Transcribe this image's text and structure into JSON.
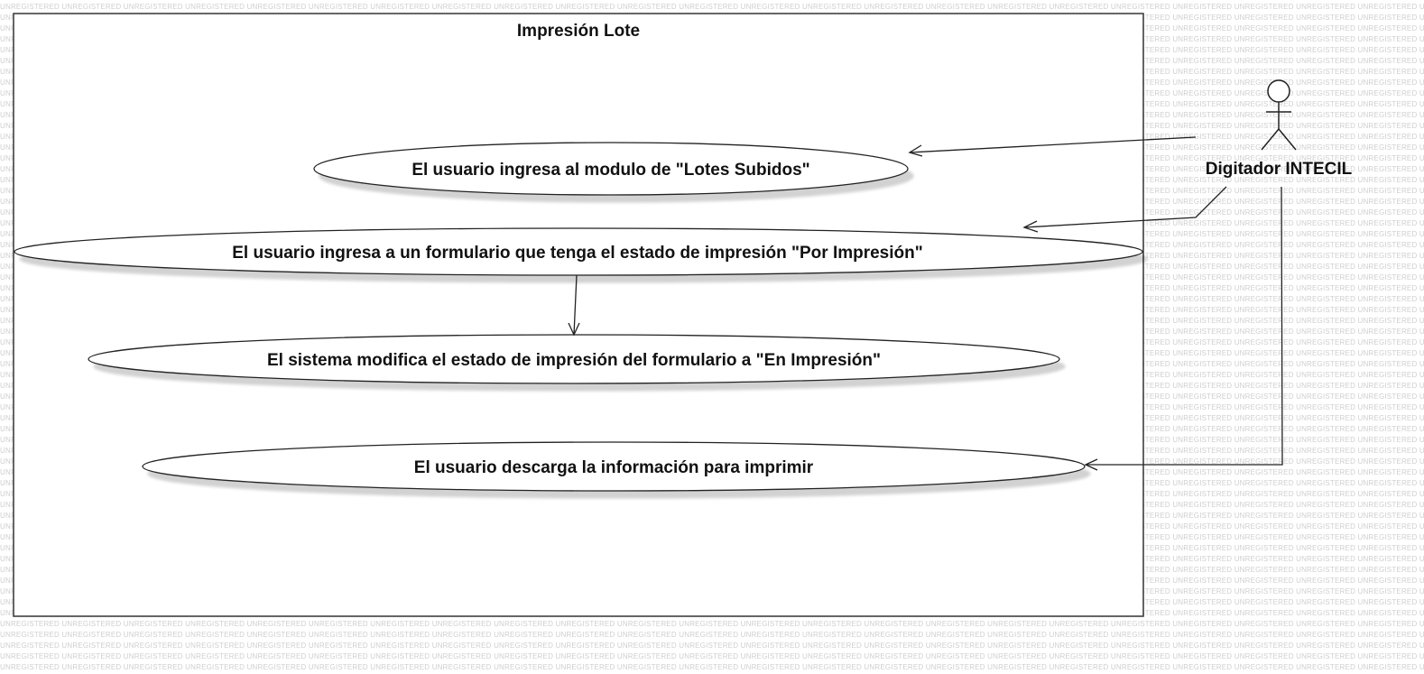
{
  "watermark": {
    "text": "UNREGISTERED"
  },
  "system": {
    "title": "Impresión Lote"
  },
  "actor": {
    "name": "Digitador INTECIL"
  },
  "use_cases": [
    {
      "label": "El usuario ingresa al modulo de \"Lotes Subidos\""
    },
    {
      "label": "El usuario ingresa a un formulario que tenga el estado de impresión \"Por Impresión\""
    },
    {
      "label": "El sistema modifica el estado de impresión del formulario a \"En Impresión\""
    },
    {
      "label": "El usuario descarga la información para imprimir"
    }
  ]
}
